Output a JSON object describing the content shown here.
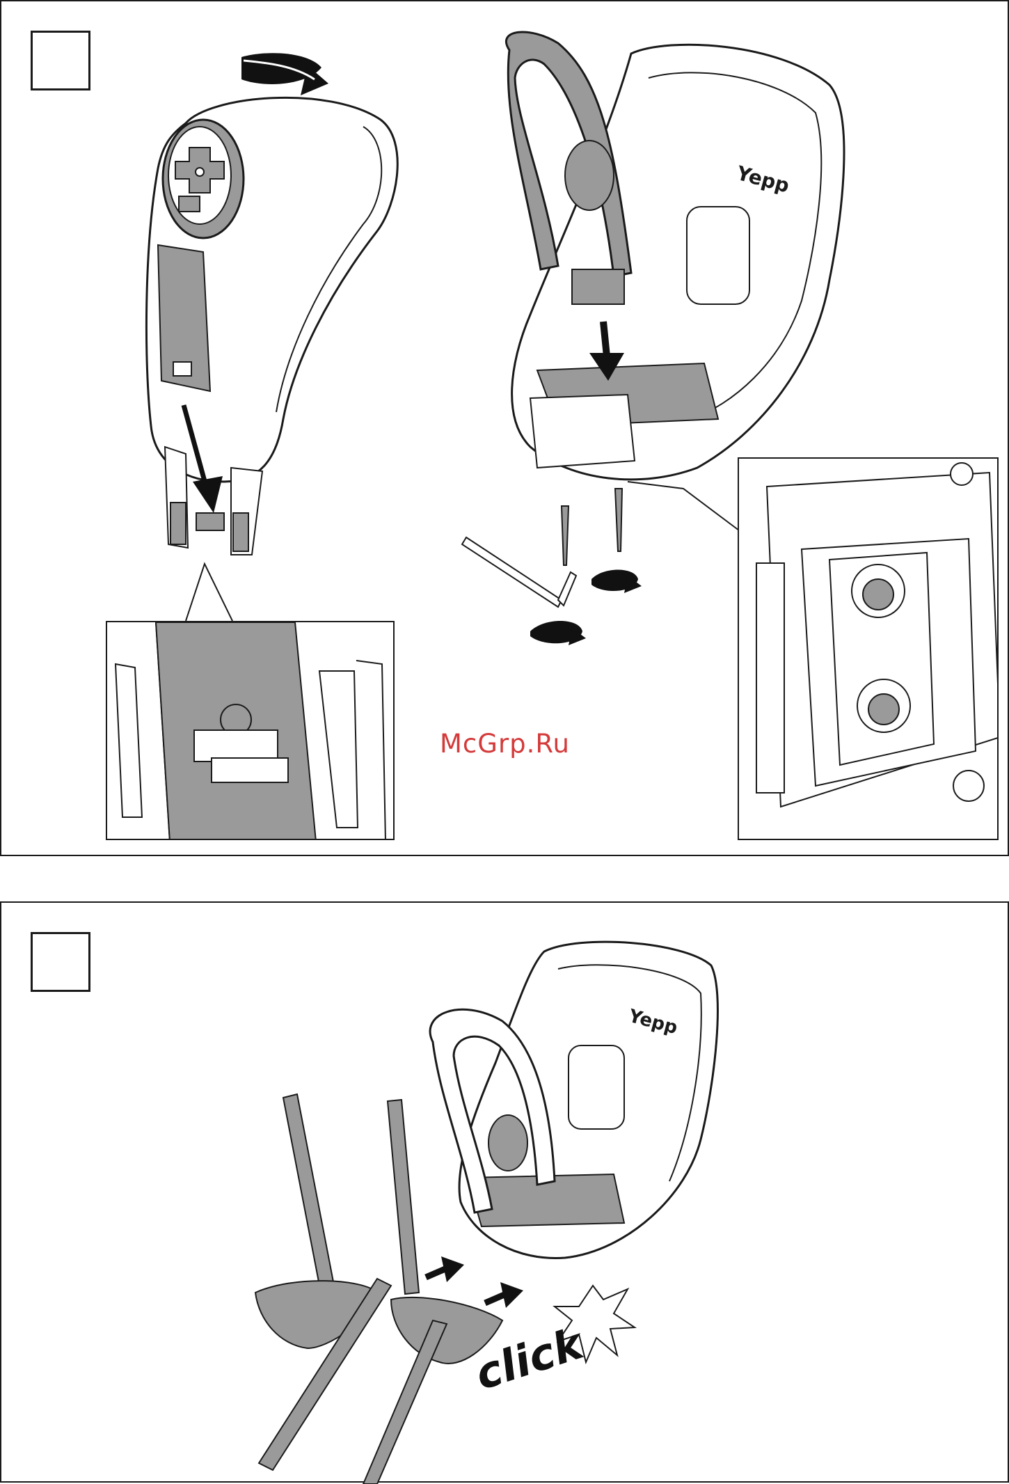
{
  "watermark": "McGrp.Ru",
  "seat_logo": "Yepp",
  "click_label": "click",
  "steps": [
    {
      "number": ""
    },
    {
      "number": ""
    }
  ],
  "colors": {
    "line": "#1a1a1a",
    "part_grey": "#9a9a9a",
    "arrow": "#111111",
    "watermark": "#d43a3a"
  }
}
